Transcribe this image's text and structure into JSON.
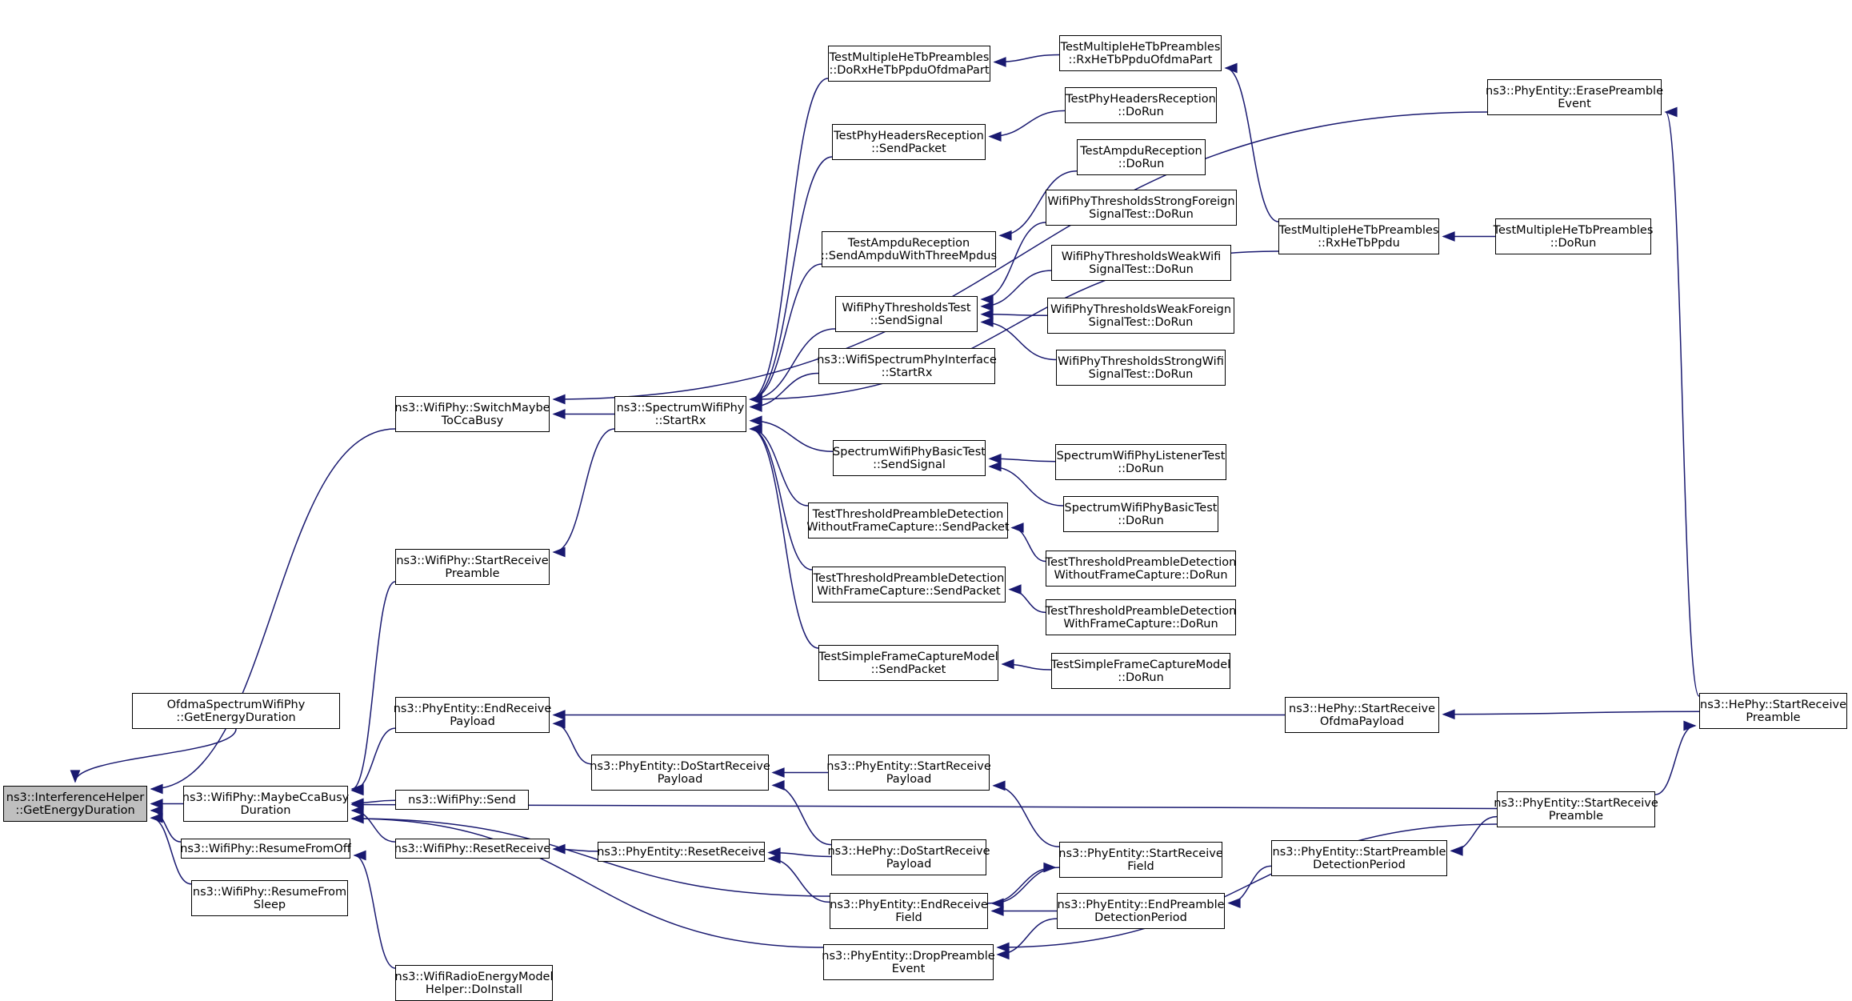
{
  "nodes": [
    {
      "id": "root",
      "lines": [
        "ns3::InterferenceHelper",
        "::GetEnergyDuration"
      ],
      "root": true
    },
    {
      "id": "ofdma",
      "lines": [
        "OfdmaSpectrumWifiPhy",
        "::GetEnergyDuration"
      ]
    },
    {
      "id": "maybecca",
      "lines": [
        "ns3::WifiPhy::MaybeCcaBusy",
        "Duration"
      ]
    },
    {
      "id": "resumeoff",
      "lines": [
        "ns3::WifiPhy::ResumeFromOff"
      ]
    },
    {
      "id": "resumesleep",
      "lines": [
        "ns3::WifiPhy::ResumeFrom",
        "Sleep"
      ]
    },
    {
      "id": "switchcca",
      "lines": [
        "ns3::WifiPhy::SwitchMaybe",
        "ToCcaBusy"
      ]
    },
    {
      "id": "wp_startpre",
      "lines": [
        "ns3::WifiPhy::StartReceive",
        "Preamble"
      ]
    },
    {
      "id": "endrxpay",
      "lines": [
        "ns3::PhyEntity::EndReceive",
        "Payload"
      ]
    },
    {
      "id": "wifisend",
      "lines": [
        "ns3::WifiPhy::Send"
      ]
    },
    {
      "id": "wp_reset",
      "lines": [
        "ns3::WifiPhy::ResetReceive"
      ]
    },
    {
      "id": "radioenergy",
      "lines": [
        "ns3::WifiRadioEnergyModel",
        "Helper::DoInstall"
      ]
    },
    {
      "id": "specstartrx",
      "lines": [
        "ns3::SpectrumWifiPhy",
        "::StartRx"
      ]
    },
    {
      "id": "dostartpay",
      "lines": [
        "ns3::PhyEntity::DoStartReceive",
        "Payload"
      ]
    },
    {
      "id": "pe_reset",
      "lines": [
        "ns3::PhyEntity::ResetReceive"
      ]
    },
    {
      "id": "doRxHeTb",
      "lines": [
        "TestMultipleHeTbPreambles",
        "::DoRxHeTbPpduOfdmaPart"
      ]
    },
    {
      "id": "phyhdr_send",
      "lines": [
        "TestPhyHeadersReception",
        "::SendPacket"
      ]
    },
    {
      "id": "ampdu_send",
      "lines": [
        "TestAmpduReception",
        "::SendAmpduWithThreeMpdus"
      ]
    },
    {
      "id": "thr_send",
      "lines": [
        "WifiPhyThresholdsTest",
        "::SendSignal"
      ]
    },
    {
      "id": "specif_startrx",
      "lines": [
        "ns3::WifiSpectrumPhyInterface",
        "::StartRx"
      ]
    },
    {
      "id": "specbasic_send",
      "lines": [
        "SpectrumWifiPhyBasicTest",
        "::SendSignal"
      ]
    },
    {
      "id": "tpd_wo_send",
      "lines": [
        "TestThresholdPreambleDetection",
        "WithoutFrameCapture::SendPacket"
      ]
    },
    {
      "id": "tpd_w_send",
      "lines": [
        "TestThresholdPreambleDetection",
        "WithFrameCapture::SendPacket"
      ]
    },
    {
      "id": "sfc_send",
      "lines": [
        "TestSimpleFrameCaptureModel",
        "::SendPacket"
      ]
    },
    {
      "id": "pe_startpay",
      "lines": [
        "ns3::PhyEntity::StartReceive",
        "Payload"
      ]
    },
    {
      "id": "he_dostartpay",
      "lines": [
        "ns3::HePhy::DoStartReceive",
        "Payload"
      ]
    },
    {
      "id": "endrxfield",
      "lines": [
        "ns3::PhyEntity::EndReceive",
        "Field"
      ]
    },
    {
      "id": "droppre",
      "lines": [
        "ns3::PhyEntity::DropPreamble",
        "Event"
      ]
    },
    {
      "id": "rxHeTbOfdma",
      "lines": [
        "TestMultipleHeTbPreambles",
        "::RxHeTbPpduOfdmaPart"
      ]
    },
    {
      "id": "phyhdr_dorun",
      "lines": [
        "TestPhyHeadersReception",
        "::DoRun"
      ]
    },
    {
      "id": "ampdu_dorun",
      "lines": [
        "TestAmpduReception",
        "::DoRun"
      ]
    },
    {
      "id": "thr_sf",
      "lines": [
        "WifiPhyThresholdsStrongForeign",
        "SignalTest::DoRun"
      ]
    },
    {
      "id": "thr_ww",
      "lines": [
        "WifiPhyThresholdsWeakWifi",
        "SignalTest::DoRun"
      ]
    },
    {
      "id": "thr_wf",
      "lines": [
        "WifiPhyThresholdsWeakForeign",
        "SignalTest::DoRun"
      ]
    },
    {
      "id": "thr_sw",
      "lines": [
        "WifiPhyThresholdsStrongWifi",
        "SignalTest::DoRun"
      ]
    },
    {
      "id": "listener_dorun",
      "lines": [
        "SpectrumWifiPhyListenerTest",
        "::DoRun"
      ]
    },
    {
      "id": "basic_dorun",
      "lines": [
        "SpectrumWifiPhyBasicTest",
        "::DoRun"
      ]
    },
    {
      "id": "tpd_wo_dorun",
      "lines": [
        "TestThresholdPreambleDetection",
        "WithoutFrameCapture::DoRun"
      ]
    },
    {
      "id": "tpd_w_dorun",
      "lines": [
        "TestThresholdPreambleDetection",
        "WithFrameCapture::DoRun"
      ]
    },
    {
      "id": "sfc_dorun",
      "lines": [
        "TestSimpleFrameCaptureModel",
        "::DoRun"
      ]
    },
    {
      "id": "he_startofdma",
      "lines": [
        "ns3::HePhy::StartReceive",
        "OfdmaPayload"
      ]
    },
    {
      "id": "pe_startfield",
      "lines": [
        "ns3::PhyEntity::StartReceive",
        "Field"
      ]
    },
    {
      "id": "pe_endpredet",
      "lines": [
        "ns3::PhyEntity::EndPreamble",
        "DetectionPeriod"
      ]
    },
    {
      "id": "rxHeTb",
      "lines": [
        "TestMultipleHeTbPreambles",
        "::RxHeTbPpdu"
      ]
    },
    {
      "id": "pe_startpredet",
      "lines": [
        "ns3::PhyEntity::StartPreamble",
        "DetectionPeriod"
      ]
    },
    {
      "id": "hetb_dorun",
      "lines": [
        "TestMultipleHeTbPreambles",
        "::DoRun"
      ]
    },
    {
      "id": "pe_erasepre",
      "lines": [
        "ns3::PhyEntity::ErasePreamble",
        "Event"
      ]
    },
    {
      "id": "pe_startpre",
      "lines": [
        "ns3::PhyEntity::StartReceive",
        "Preamble"
      ]
    },
    {
      "id": "he_startpre",
      "lines": [
        "ns3::HePhy::StartReceive",
        "Preamble"
      ]
    }
  ],
  "edges": [
    [
      "ofdma",
      "root"
    ],
    [
      "maybecca",
      "root"
    ],
    [
      "resumeoff",
      "root"
    ],
    [
      "resumesleep",
      "root"
    ],
    [
      "switchcca",
      "root"
    ],
    [
      "wp_startpre",
      "maybecca"
    ],
    [
      "endrxpay",
      "maybecca"
    ],
    [
      "wifisend",
      "maybecca"
    ],
    [
      "wp_reset",
      "maybecca"
    ],
    [
      "endrxfield",
      "maybecca"
    ],
    [
      "droppre",
      "maybecca"
    ],
    [
      "pe_startpre",
      "maybecca"
    ],
    [
      "radioenergy",
      "resumeoff"
    ],
    [
      "specstartrx",
      "switchcca"
    ],
    [
      "pe_erasepre",
      "switchcca"
    ],
    [
      "specstartrx",
      "wp_startpre"
    ],
    [
      "dostartpay",
      "endrxpay"
    ],
    [
      "he_startofdma",
      "endrxpay"
    ],
    [
      "pe_reset",
      "wp_reset"
    ],
    [
      "doRxHeTb",
      "specstartrx"
    ],
    [
      "phyhdr_send",
      "specstartrx"
    ],
    [
      "ampdu_send",
      "specstartrx"
    ],
    [
      "thr_send",
      "specstartrx"
    ],
    [
      "specif_startrx",
      "specstartrx"
    ],
    [
      "specbasic_send",
      "specstartrx"
    ],
    [
      "tpd_wo_send",
      "specstartrx"
    ],
    [
      "tpd_w_send",
      "specstartrx"
    ],
    [
      "sfc_send",
      "specstartrx"
    ],
    [
      "rxHeTb",
      "specstartrx"
    ],
    [
      "pe_startpay",
      "dostartpay"
    ],
    [
      "he_dostartpay",
      "dostartpay"
    ],
    [
      "he_dostartpay",
      "pe_reset"
    ],
    [
      "endrxfield",
      "pe_reset"
    ],
    [
      "rxHeTbOfdma",
      "doRxHeTb"
    ],
    [
      "phyhdr_dorun",
      "phyhdr_send"
    ],
    [
      "ampdu_dorun",
      "ampdu_send"
    ],
    [
      "thr_sf",
      "thr_send"
    ],
    [
      "thr_ww",
      "thr_send"
    ],
    [
      "thr_wf",
      "thr_send"
    ],
    [
      "thr_sw",
      "thr_send"
    ],
    [
      "listener_dorun",
      "specbasic_send"
    ],
    [
      "basic_dorun",
      "specbasic_send"
    ],
    [
      "tpd_wo_dorun",
      "tpd_wo_send"
    ],
    [
      "tpd_w_dorun",
      "tpd_w_send"
    ],
    [
      "sfc_dorun",
      "sfc_send"
    ],
    [
      "pe_startfield",
      "pe_startpay"
    ],
    [
      "pe_startfield",
      "endrxfield"
    ],
    [
      "endrxfield",
      "pe_startfield"
    ],
    [
      "pe_endpredet",
      "endrxfield"
    ],
    [
      "pe_endpredet",
      "droppre"
    ],
    [
      "pe_startpre",
      "droppre"
    ],
    [
      "rxHeTb",
      "rxHeTbOfdma"
    ],
    [
      "he_startpre",
      "he_startofdma"
    ],
    [
      "pe_startpredet",
      "pe_endpredet"
    ],
    [
      "hetb_dorun",
      "rxHeTb"
    ],
    [
      "pe_startpre",
      "pe_startpredet"
    ],
    [
      "he_startpre",
      "pe_erasepre"
    ],
    [
      "pe_startpre",
      "he_startpre"
    ]
  ]
}
